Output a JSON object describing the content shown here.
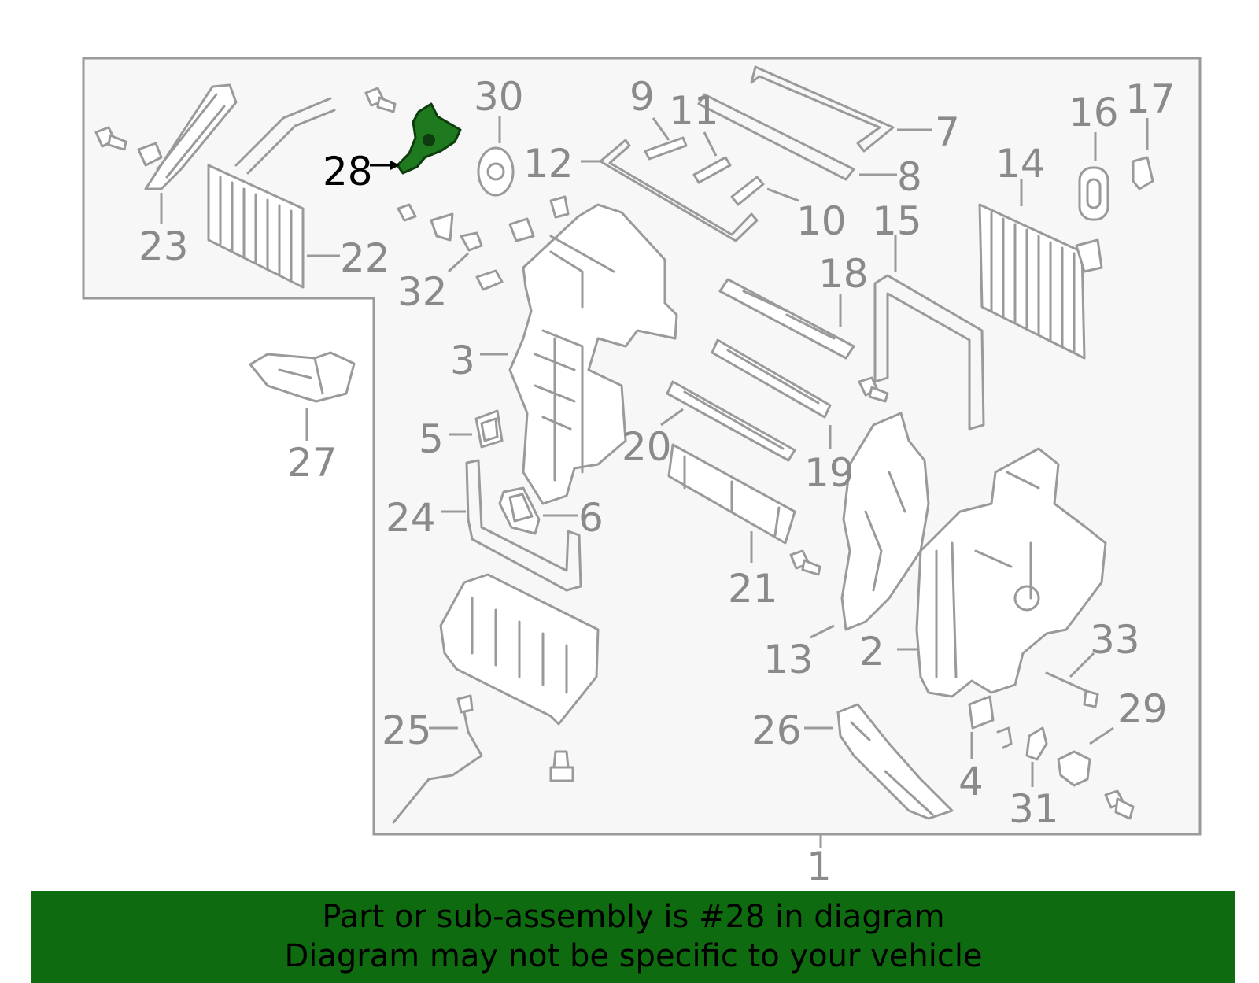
{
  "callouts": [
    "28",
    "30",
    "9",
    "11",
    "12",
    "7",
    "8",
    "10",
    "16",
    "17",
    "14",
    "15",
    "23",
    "22",
    "32",
    "18",
    "3",
    "27",
    "5",
    "20",
    "19",
    "24",
    "6",
    "21",
    "13",
    "2",
    "33",
    "25",
    "26",
    "4",
    "31",
    "29",
    "1"
  ],
  "highlighted": "28",
  "highlight_color": "#1f7a1f",
  "banner": {
    "line1": "Part or sub-assembly is #28 in diagram",
    "line2": "Diagram may not be specific to your vehicle",
    "color": "#0f6b0f"
  }
}
